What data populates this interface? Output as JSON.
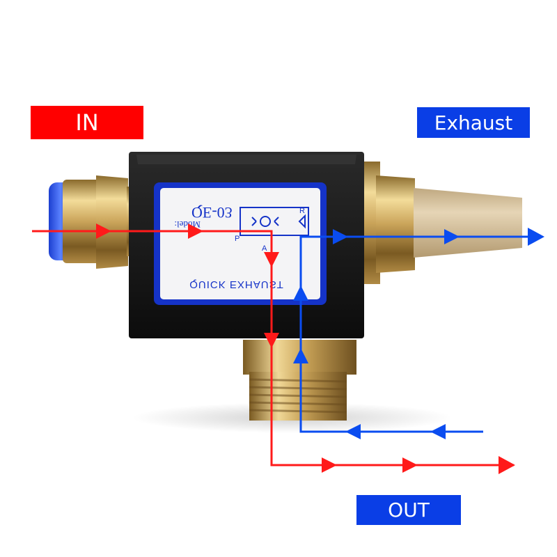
{
  "labels": {
    "in": "IN",
    "exhaust": "Exhaust",
    "out": "OUT"
  },
  "plate": {
    "model_text": "QE-03",
    "model_label": "Model:",
    "name_text": "QUICK EXHAUST",
    "port_p": "P",
    "port_a": "A",
    "port_r": "R"
  },
  "colors": {
    "in_flow": "#ff1a1a",
    "exhaust_flow": "#0a4cf0",
    "tag_red": "#ff0000",
    "tag_blue": "#0a3ee6",
    "plate_border": "#1533c8",
    "body": "#141414",
    "brass": "#c9a45a",
    "silencer": "#d2bc98",
    "push_fitting": "#2f5cf0"
  },
  "icons": {
    "in_flow": "red-flow-arrow-icon",
    "exhaust_flow": "blue-flow-arrow-icon"
  }
}
